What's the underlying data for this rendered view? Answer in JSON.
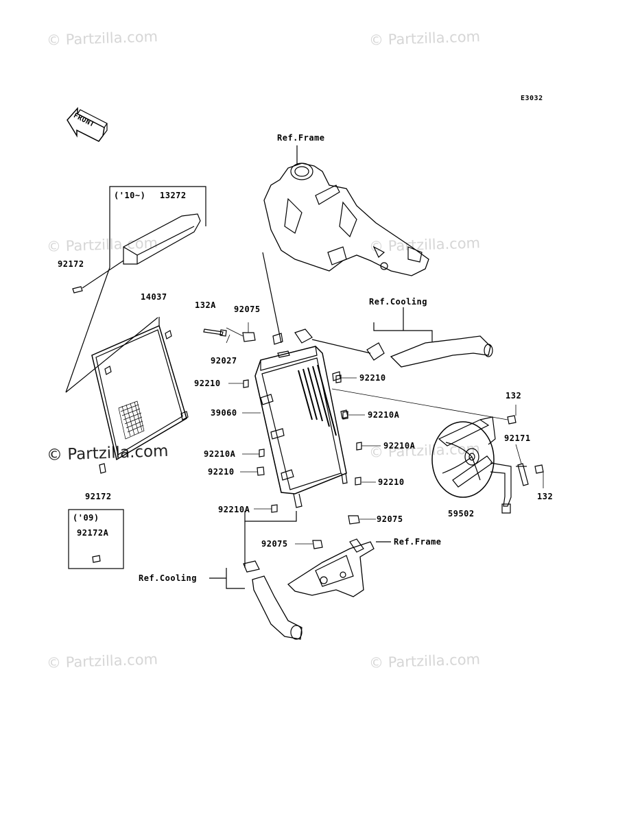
{
  "diagram_code": "E3032",
  "front_label": "FRONT",
  "watermark_text": "© Partzilla.com",
  "refs": {
    "frame_top": "Ref.Frame",
    "cooling_top": "Ref.Cooling",
    "frame_bottom": "Ref.Frame",
    "cooling_bottom": "Ref.Cooling"
  },
  "boxes": {
    "year_2010": "('10~)",
    "year_2009": "('09)"
  },
  "parts": {
    "p13272": "13272",
    "p92172_top": "92172",
    "p14037": "14037",
    "p92172_bottom": "92172",
    "p92172A": "92172A",
    "p132A": "132A",
    "p92075_top": "92075",
    "p92027": "92027",
    "p92210_left1": "92210",
    "p39060": "39060",
    "p92210A_left1": "92210A",
    "p92210_left2": "92210",
    "p92210A_left2": "92210A",
    "p92210_right1": "92210",
    "p92210A_right1": "92210A",
    "p92210A_right2": "92210A",
    "p92210_right2": "92210",
    "p92075_right": "92075",
    "p92075_bottom": "92075",
    "p132_top": "132",
    "p92171": "92171",
    "p132_bottom": "132",
    "p59502": "59502"
  }
}
